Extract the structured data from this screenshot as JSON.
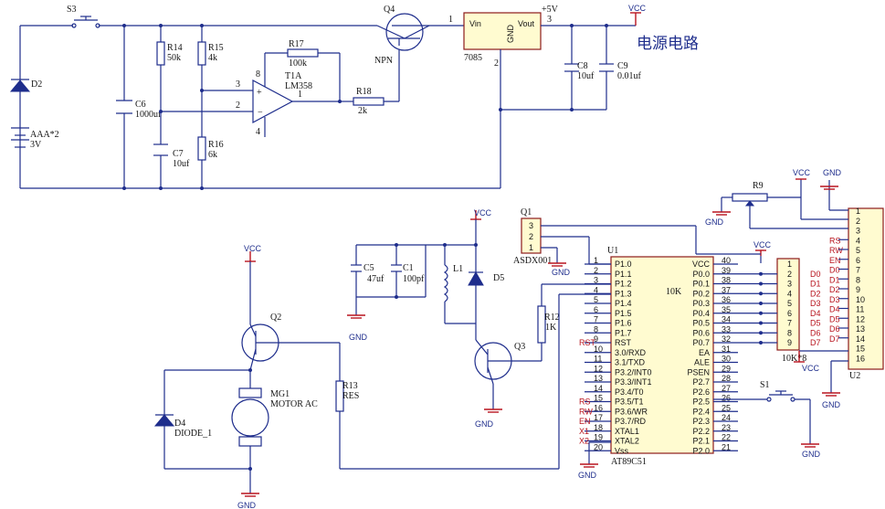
{
  "title": "电源电路",
  "colors": {
    "wire": "#1e2d8c",
    "power": "#b8141e",
    "ic_outline": "#8c1a1a",
    "ic_fill": "#fffbd0"
  },
  "nets": {
    "vcc": "VCC",
    "gnd": "GND",
    "plus5v": "+5V"
  },
  "power_section": {
    "s3": "S3",
    "d2": "D2",
    "battery": {
      "ref": "AAA*2",
      "value": "3V"
    },
    "c6": {
      "ref": "C6",
      "value": "1000uf"
    },
    "c7": {
      "ref": "C7",
      "value": "10uf"
    },
    "r14": {
      "ref": "R14",
      "value": "50k"
    },
    "r15": {
      "ref": "R15",
      "value": "4k"
    },
    "r16": {
      "ref": "R16",
      "value": "6k"
    },
    "r17": {
      "ref": "R17",
      "value": "100k"
    },
    "r18": {
      "ref": "R18",
      "value": "2k"
    },
    "opamp": {
      "ref": "T1A",
      "value": "LM358",
      "pin3": "3",
      "pin2": "2",
      "pin1": "1",
      "pin8": "8",
      "pin4": "4"
    },
    "q4": {
      "ref": "Q4",
      "type": "NPN"
    },
    "regulator": {
      "ref": "7085",
      "vin": "Vin",
      "vout": "Vout",
      "gnd": "GND",
      "pin1": "1",
      "pin2": "2",
      "pin3": "3"
    },
    "c8": {
      "ref": "C8",
      "value": "10uf"
    },
    "c9": {
      "ref": "C9",
      "value": "0.01uf"
    }
  },
  "mcu": {
    "ref": "U1",
    "part": "AT89C51",
    "inner": "10K",
    "left_pins": [
      {
        "num": "1",
        "name": "P1.0",
        "net": ""
      },
      {
        "num": "2",
        "name": "P1.1",
        "net": ""
      },
      {
        "num": "3",
        "name": "P1.2",
        "net": ""
      },
      {
        "num": "4",
        "name": "P1.3",
        "net": ""
      },
      {
        "num": "5",
        "name": "P1.4",
        "net": ""
      },
      {
        "num": "6",
        "name": "P1.5",
        "net": ""
      },
      {
        "num": "7",
        "name": "P1.6",
        "net": ""
      },
      {
        "num": "8",
        "name": "P1.7",
        "net": ""
      },
      {
        "num": "9",
        "name": "RST",
        "net": "RST"
      },
      {
        "num": "10",
        "name": "3.0/RXD",
        "net": ""
      },
      {
        "num": "11",
        "name": "3.1/TXD",
        "net": ""
      },
      {
        "num": "12",
        "name": "P3.2/INT0",
        "net": ""
      },
      {
        "num": "13",
        "name": "P3.3/INT1",
        "net": ""
      },
      {
        "num": "14",
        "name": "P3.4/T0",
        "net": ""
      },
      {
        "num": "15",
        "name": "P3.5/T1",
        "net": "RS"
      },
      {
        "num": "16",
        "name": "P3.6/WR",
        "net": "RW"
      },
      {
        "num": "17",
        "name": "P3.7/RD",
        "net": "EN"
      },
      {
        "num": "18",
        "name": "XTAL1",
        "net": "X1"
      },
      {
        "num": "19",
        "name": "XTAL2",
        "net": "X2"
      },
      {
        "num": "20",
        "name": "Vss",
        "net": ""
      }
    ],
    "right_pins": [
      {
        "num": "40",
        "name": "VCC"
      },
      {
        "num": "39",
        "name": "P0.0"
      },
      {
        "num": "38",
        "name": "P0.1"
      },
      {
        "num": "37",
        "name": "P0.2"
      },
      {
        "num": "36",
        "name": "P0.3"
      },
      {
        "num": "35",
        "name": "P0.4"
      },
      {
        "num": "34",
        "name": "P0.5"
      },
      {
        "num": "33",
        "name": "P0.6"
      },
      {
        "num": "32",
        "name": "P0.7"
      },
      {
        "num": "31",
        "name": "EA"
      },
      {
        "num": "30",
        "name": "ALE"
      },
      {
        "num": "29",
        "name": "PSEN"
      },
      {
        "num": "28",
        "name": "P2.7"
      },
      {
        "num": "27",
        "name": "P2.6"
      },
      {
        "num": "26",
        "name": "P2.5"
      },
      {
        "num": "25",
        "name": "P2.4"
      },
      {
        "num": "24",
        "name": "P2.3"
      },
      {
        "num": "23",
        "name": "P2.2"
      },
      {
        "num": "22",
        "name": "P2.1"
      },
      {
        "num": "21",
        "name": "P2.0"
      }
    ]
  },
  "rpack": {
    "ref": "10K*8",
    "pins": [
      "1",
      "2",
      "3",
      "4",
      "5",
      "6",
      "7",
      "8",
      "9"
    ]
  },
  "lcd": {
    "ref": "U2",
    "pins": [
      "1",
      "2",
      "3",
      "4",
      "5",
      "6",
      "7",
      "8",
      "9",
      "10",
      "11",
      "12",
      "13",
      "14",
      "15",
      "16"
    ],
    "signals": [
      "RS",
      "RW",
      "EN",
      "D0",
      "D1",
      "D2",
      "D3",
      "D4",
      "D5",
      "D6",
      "D7"
    ]
  },
  "r9": "R9",
  "q1": {
    "ref": "Q1",
    "part": "ASDX001",
    "pins": [
      "3",
      "2",
      "1"
    ]
  },
  "motor_section": {
    "c5": {
      "ref": "C5",
      "value": "47uf"
    },
    "c1": {
      "ref": "C1",
      "value": "100pf"
    },
    "l1": "L1",
    "d5": "D5",
    "r12": {
      "ref": "R12",
      "value": "1K"
    },
    "q3": "Q3",
    "q2": "Q2",
    "r13": {
      "ref": "R13",
      "value": "RES"
    },
    "mg1": {
      "ref": "MG1",
      "value": "MOTOR AC"
    },
    "d4": {
      "ref": "D4",
      "value": "DIODE_1"
    }
  },
  "s1": "S1"
}
